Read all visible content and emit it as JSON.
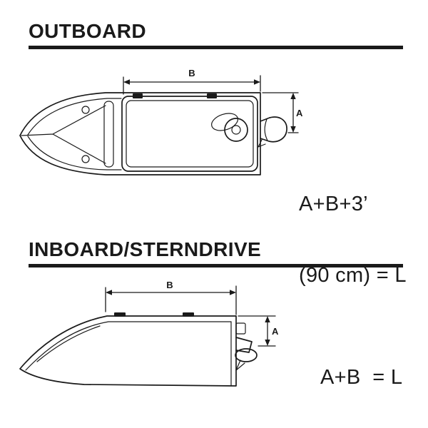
{
  "page": {
    "ink_color": "#1a1a1a",
    "background_color": "#ffffff"
  },
  "outboard": {
    "title": "OUTBOARD",
    "dim_b_label": "B",
    "dim_a_label": "A",
    "formula_line1": "A+B+3’",
    "formula_line2": "(90 cm) = L"
  },
  "inboard": {
    "title": "INBOARD/STERNDRIVE",
    "dim_b_label": "B",
    "dim_a_label": "A",
    "formula": "A+B  = L"
  }
}
